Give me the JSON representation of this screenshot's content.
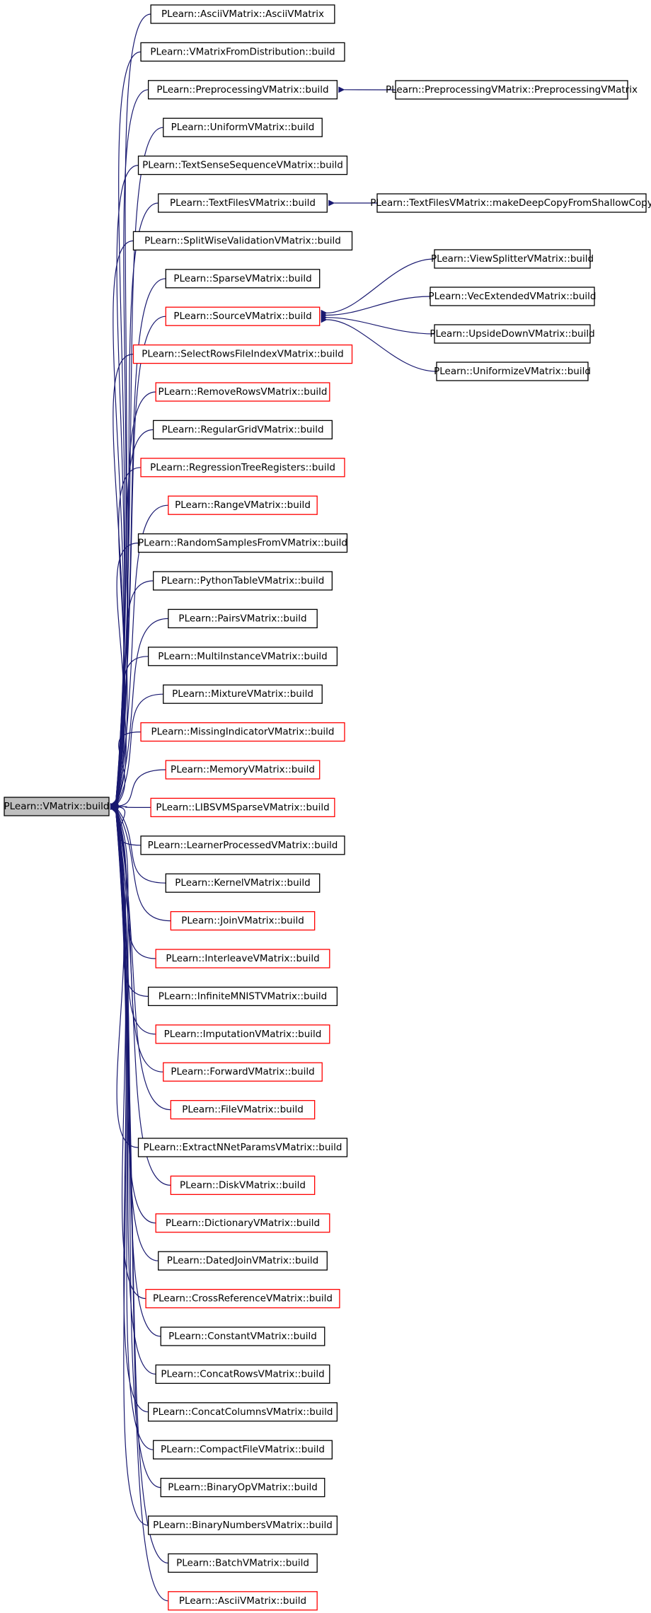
{
  "colors": {
    "edge": "#191970",
    "normal_border": "#000000",
    "truncated_border": "#ff0000",
    "root_fill": "#bfbfbf",
    "node_fill": "#ffffff",
    "text": "#000000"
  },
  "root": {
    "id": "root",
    "label": "PLearn::VMatrix::build"
  },
  "nodes": [
    {
      "id": "n0",
      "label": "PLearn::AsciiVMatrix::AsciiVMatrix",
      "truncated": false
    },
    {
      "id": "n1",
      "label": "PLearn::VMatrixFromDistribution::build",
      "truncated": false
    },
    {
      "id": "n2",
      "label": "PLearn::PreprocessingVMatrix::build",
      "truncated": false
    },
    {
      "id": "n3",
      "label": "PLearn::UniformVMatrix::build",
      "truncated": false
    },
    {
      "id": "n4",
      "label": "PLearn::TextSenseSequenceVMatrix::build",
      "truncated": false
    },
    {
      "id": "n5",
      "label": "PLearn::TextFilesVMatrix::build",
      "truncated": false
    },
    {
      "id": "n6",
      "label": "PLearn::SplitWiseValidationVMatrix::build",
      "truncated": false
    },
    {
      "id": "n7",
      "label": "PLearn::SparseVMatrix::build",
      "truncated": false
    },
    {
      "id": "n8",
      "label": "PLearn::SourceVMatrix::build",
      "truncated": true
    },
    {
      "id": "n9",
      "label": "PLearn::SelectRowsFileIndexVMatrix::build",
      "truncated": true
    },
    {
      "id": "n10",
      "label": "PLearn::RemoveRowsVMatrix::build",
      "truncated": true
    },
    {
      "id": "n11",
      "label": "PLearn::RegularGridVMatrix::build",
      "truncated": false
    },
    {
      "id": "n12",
      "label": "PLearn::RegressionTreeRegisters::build",
      "truncated": true
    },
    {
      "id": "n13",
      "label": "PLearn::RangeVMatrix::build",
      "truncated": true
    },
    {
      "id": "n14",
      "label": "PLearn::RandomSamplesFromVMatrix::build",
      "truncated": false
    },
    {
      "id": "n15",
      "label": "PLearn::PythonTableVMatrix::build",
      "truncated": false
    },
    {
      "id": "n16",
      "label": "PLearn::PairsVMatrix::build",
      "truncated": false
    },
    {
      "id": "n17",
      "label": "PLearn::MultiInstanceVMatrix::build",
      "truncated": false
    },
    {
      "id": "n18",
      "label": "PLearn::MixtureVMatrix::build",
      "truncated": false
    },
    {
      "id": "n19",
      "label": "PLearn::MissingIndicatorVMatrix::build",
      "truncated": true
    },
    {
      "id": "n20",
      "label": "PLearn::MemoryVMatrix::build",
      "truncated": true
    },
    {
      "id": "n21",
      "label": "PLearn::LIBSVMSparseVMatrix::build",
      "truncated": true
    },
    {
      "id": "n22",
      "label": "PLearn::LearnerProcessedVMatrix::build",
      "truncated": false
    },
    {
      "id": "n23",
      "label": "PLearn::KernelVMatrix::build",
      "truncated": false
    },
    {
      "id": "n24",
      "label": "PLearn::JoinVMatrix::build",
      "truncated": true
    },
    {
      "id": "n25",
      "label": "PLearn::InterleaveVMatrix::build",
      "truncated": true
    },
    {
      "id": "n26",
      "label": "PLearn::InfiniteMNISTVMatrix::build",
      "truncated": false
    },
    {
      "id": "n27",
      "label": "PLearn::ImputationVMatrix::build",
      "truncated": true
    },
    {
      "id": "n28",
      "label": "PLearn::ForwardVMatrix::build",
      "truncated": true
    },
    {
      "id": "n29",
      "label": "PLearn::FileVMatrix::build",
      "truncated": true
    },
    {
      "id": "n30",
      "label": "PLearn::ExtractNNetParamsVMatrix::build",
      "truncated": false
    },
    {
      "id": "n31",
      "label": "PLearn::DiskVMatrix::build",
      "truncated": true
    },
    {
      "id": "n32",
      "label": "PLearn::DictionaryVMatrix::build",
      "truncated": true
    },
    {
      "id": "n33",
      "label": "PLearn::DatedJoinVMatrix::build",
      "truncated": false
    },
    {
      "id": "n34",
      "label": "PLearn::CrossReferenceVMatrix::build",
      "truncated": true
    },
    {
      "id": "n35",
      "label": "PLearn::ConstantVMatrix::build",
      "truncated": false
    },
    {
      "id": "n36",
      "label": "PLearn::ConcatRowsVMatrix::build",
      "truncated": false
    },
    {
      "id": "n37",
      "label": "PLearn::ConcatColumnsVMatrix::build",
      "truncated": false
    },
    {
      "id": "n38",
      "label": "PLearn::CompactFileVMatrix::build",
      "truncated": false
    },
    {
      "id": "n39",
      "label": "PLearn::BinaryOpVMatrix::build",
      "truncated": false
    },
    {
      "id": "n40",
      "label": "PLearn::BinaryNumbersVMatrix::build",
      "truncated": false
    },
    {
      "id": "n41",
      "label": "PLearn::BatchVMatrix::build",
      "truncated": false
    },
    {
      "id": "n42",
      "label": "PLearn::AsciiVMatrix::build",
      "truncated": true
    }
  ],
  "secondary_nodes": [
    {
      "id": "s0",
      "label": "PLearn::PreprocessingVMatrix::PreprocessingVMatrix",
      "truncated": false,
      "parent": "n2"
    },
    {
      "id": "s1",
      "label": "PLearn::TextFilesVMatrix::makeDeepCopyFromShallowCopy",
      "truncated": false,
      "parent": "n5"
    },
    {
      "id": "s2",
      "label": "PLearn::ViewSplitterVMatrix::build",
      "truncated": false,
      "parent": "n8"
    },
    {
      "id": "s3",
      "label": "PLearn::VecExtendedVMatrix::build",
      "truncated": false,
      "parent": "n8"
    },
    {
      "id": "s4",
      "label": "PLearn::UpsideDownVMatrix::build",
      "truncated": false,
      "parent": "n8"
    },
    {
      "id": "s5",
      "label": "PLearn::UniformizeVMatrix::build",
      "truncated": false,
      "parent": "n8"
    }
  ]
}
